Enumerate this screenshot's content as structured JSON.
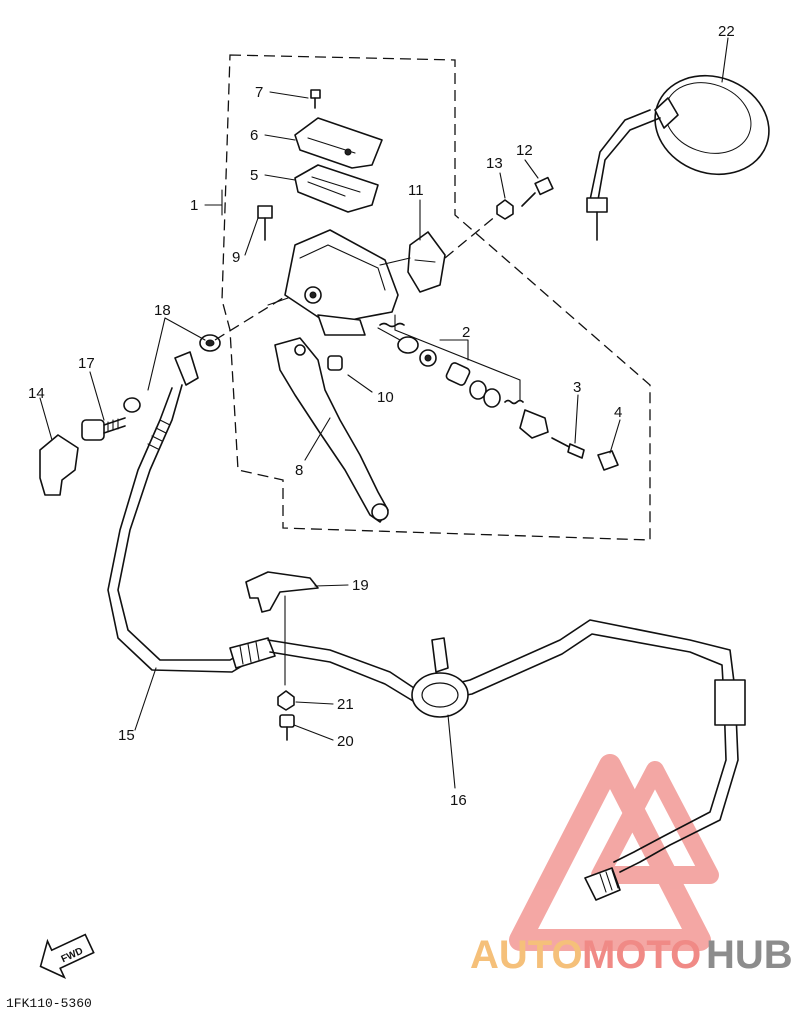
{
  "diagram": {
    "reference_code": "1FK110-5360",
    "fwd_label": "FWD",
    "callouts": {
      "c1": "1",
      "c2": "2",
      "c3": "3",
      "c4": "4",
      "c5": "5",
      "c6": "6",
      "c7": "7",
      "c8": "8",
      "c9": "9",
      "c10": "10",
      "c11": "11",
      "c12": "12",
      "c13": "13",
      "c14": "14",
      "c15": "15",
      "c16": "16",
      "c17": "17",
      "c18": "18",
      "c19": "19",
      "c20": "20",
      "c21": "21",
      "c22": "22"
    }
  },
  "watermark": {
    "text_a": "AUTO",
    "text_b": "MOTO",
    "text_c": "HUB",
    "colors": {
      "triangle": "#f08a86",
      "auto": "#f5c07a",
      "moto": "#f08a86",
      "hub": "#8c8c8c"
    }
  }
}
